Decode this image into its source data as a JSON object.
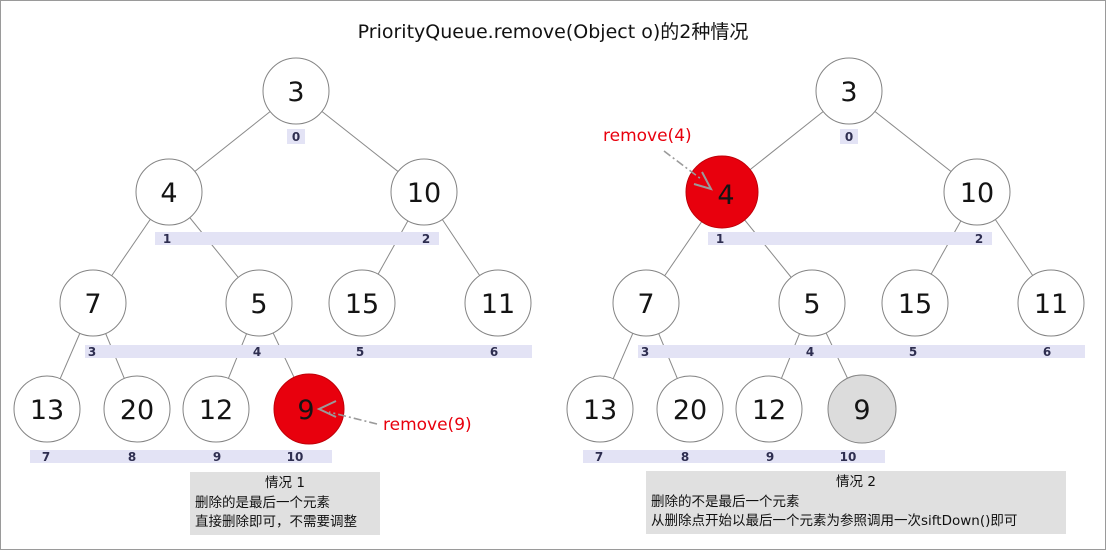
{
  "title": "PriorityQueue.remove(Object o)的2种情况",
  "left_tree": {
    "nodes": [
      "3",
      "4",
      "10",
      "7",
      "5",
      "15",
      "11",
      "13",
      "20",
      "12",
      "9"
    ],
    "indices": [
      "0",
      "1",
      "2",
      "3",
      "4",
      "5",
      "6",
      "7",
      "8",
      "9",
      "10"
    ],
    "remove_label": "remove(9)",
    "caption": {
      "title": "情况 1",
      "line1": "删除的是最后一个元素",
      "line2": "直接删除即可，不需要调整"
    }
  },
  "right_tree": {
    "nodes": [
      "3",
      "4",
      "10",
      "7",
      "5",
      "15",
      "11",
      "13",
      "20",
      "12",
      "9"
    ],
    "indices": [
      "0",
      "1",
      "2",
      "3",
      "4",
      "5",
      "6",
      "7",
      "8",
      "9",
      "10"
    ],
    "remove_label": "remove(4)",
    "caption": {
      "title": "情况 2",
      "line1": "删除的不是最后一个元素",
      "line2": "从删除点开始以最后一个元素为参照调用一次siftDown()即可"
    }
  },
  "colors": {
    "highlight_red": "#e8000d",
    "removed_gray": "#dcdcdc",
    "index_bar_lavender": "#e3e3f5",
    "edge_gray": "#8a8a8a",
    "caption_bg": "#e0e0e0"
  }
}
